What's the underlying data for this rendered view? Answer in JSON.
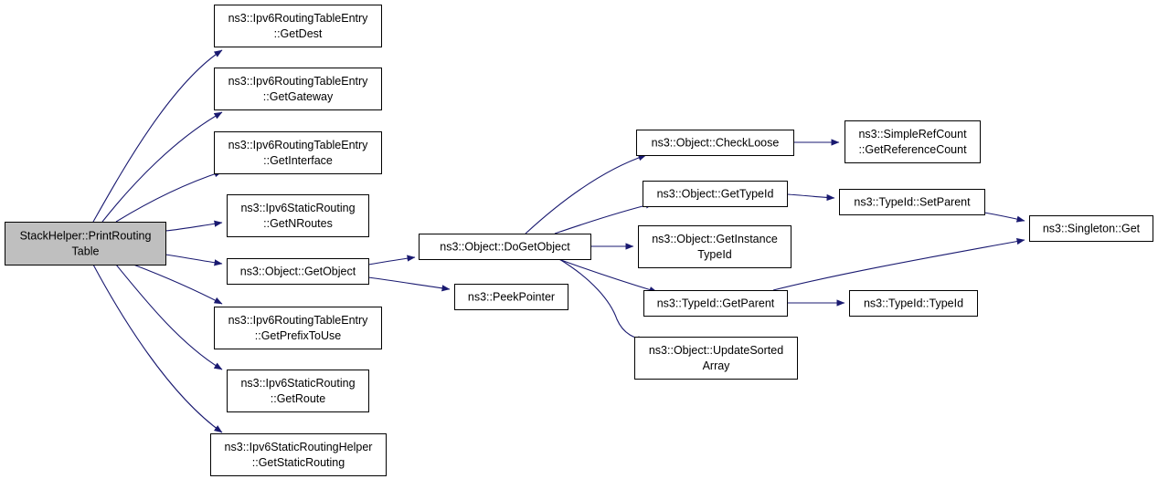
{
  "colors": {
    "edge": "#191970",
    "node_fill": "#ffffff",
    "root_fill": "#bfbfbf",
    "node_border": "#000000"
  },
  "nodes": [
    {
      "id": "root",
      "lines": [
        "StackHelper::PrintRouting",
        "Table"
      ],
      "root": true
    },
    {
      "id": "getdest",
      "lines": [
        "ns3::Ipv6RoutingTableEntry",
        "::GetDest"
      ]
    },
    {
      "id": "getgateway",
      "lines": [
        "ns3::Ipv6RoutingTableEntry",
        "::GetGateway"
      ]
    },
    {
      "id": "getinterface",
      "lines": [
        "ns3::Ipv6RoutingTableEntry",
        "::GetInterface"
      ]
    },
    {
      "id": "getnroutes",
      "lines": [
        "ns3::Ipv6StaticRouting",
        "::GetNRoutes"
      ]
    },
    {
      "id": "getobject",
      "lines": [
        "ns3::Object::GetObject"
      ]
    },
    {
      "id": "getprefixtouse",
      "lines": [
        "ns3::Ipv6RoutingTableEntry",
        "::GetPrefixToUse"
      ]
    },
    {
      "id": "getroute",
      "lines": [
        "ns3::Ipv6StaticRouting",
        "::GetRoute"
      ]
    },
    {
      "id": "getstaticrouting",
      "lines": [
        "ns3::Ipv6StaticRoutingHelper",
        "::GetStaticRouting"
      ]
    },
    {
      "id": "dogetobject",
      "lines": [
        "ns3::Object::DoGetObject"
      ]
    },
    {
      "id": "peekpointer",
      "lines": [
        "ns3::PeekPointer"
      ]
    },
    {
      "id": "checkloose",
      "lines": [
        "ns3::Object::CheckLoose"
      ]
    },
    {
      "id": "gettypeid",
      "lines": [
        "ns3::Object::GetTypeId"
      ]
    },
    {
      "id": "getinstancetypeid",
      "lines": [
        "ns3::Object::GetInstance",
        "TypeId"
      ]
    },
    {
      "id": "typeidgetparent",
      "lines": [
        "ns3::TypeId::GetParent"
      ]
    },
    {
      "id": "updatesortedarray",
      "lines": [
        "ns3::Object::UpdateSorted",
        "Array"
      ]
    },
    {
      "id": "getreferencecount",
      "lines": [
        "ns3::SimpleRefCount",
        "::GetReferenceCount"
      ]
    },
    {
      "id": "setparent",
      "lines": [
        "ns3::TypeId::SetParent"
      ]
    },
    {
      "id": "typeidtypeid",
      "lines": [
        "ns3::TypeId::TypeId"
      ]
    },
    {
      "id": "singletonget",
      "lines": [
        "ns3::Singleton::Get"
      ]
    }
  ],
  "edges": [
    {
      "from": "root",
      "to": "getdest"
    },
    {
      "from": "root",
      "to": "getgateway"
    },
    {
      "from": "root",
      "to": "getinterface"
    },
    {
      "from": "root",
      "to": "getnroutes"
    },
    {
      "from": "root",
      "to": "getobject"
    },
    {
      "from": "root",
      "to": "getprefixtouse"
    },
    {
      "from": "root",
      "to": "getroute"
    },
    {
      "from": "root",
      "to": "getstaticrouting"
    },
    {
      "from": "getobject",
      "to": "dogetobject"
    },
    {
      "from": "getobject",
      "to": "peekpointer"
    },
    {
      "from": "dogetobject",
      "to": "checkloose"
    },
    {
      "from": "dogetobject",
      "to": "gettypeid"
    },
    {
      "from": "dogetobject",
      "to": "getinstancetypeid"
    },
    {
      "from": "dogetobject",
      "to": "typeidgetparent"
    },
    {
      "from": "dogetobject",
      "to": "updatesortedarray"
    },
    {
      "from": "checkloose",
      "to": "getreferencecount"
    },
    {
      "from": "gettypeid",
      "to": "setparent"
    },
    {
      "from": "setparent",
      "to": "singletonget"
    },
    {
      "from": "typeidgetparent",
      "to": "singletonget"
    },
    {
      "from": "typeidgetparent",
      "to": "typeidtypeid"
    }
  ]
}
